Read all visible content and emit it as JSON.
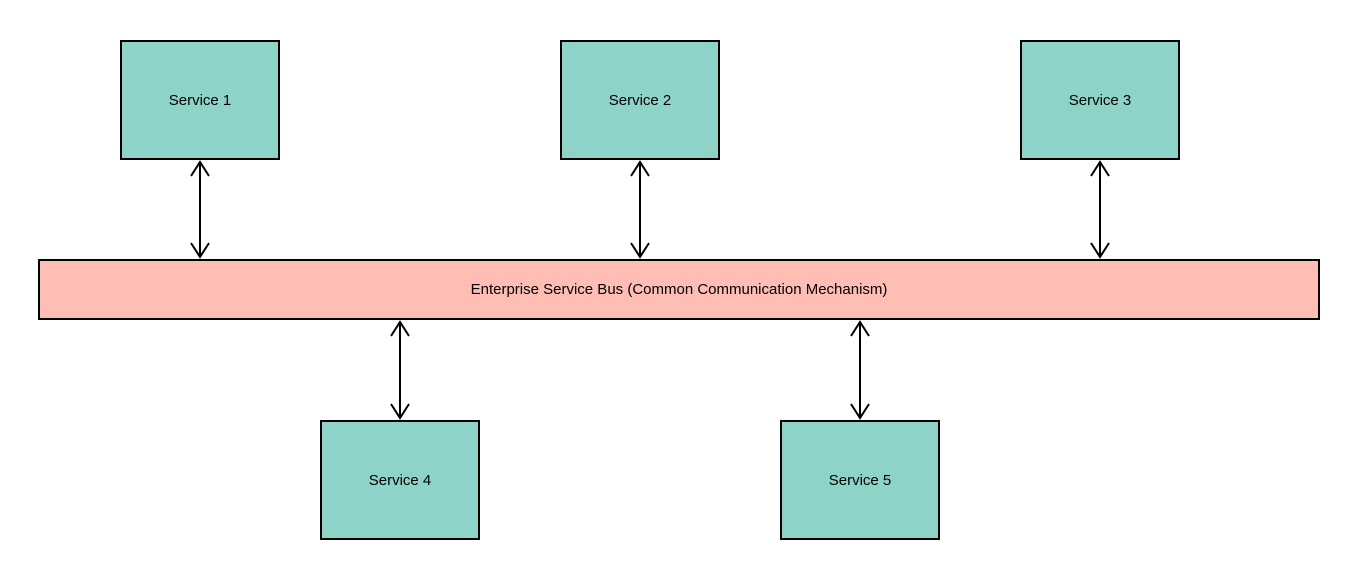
{
  "diagram": {
    "type": "esb-architecture",
    "bus": {
      "label": "Enterprise Service Bus (Common Communication Mechanism)",
      "fill_color": "#FFBDB3",
      "border_color": "#000000"
    },
    "services": [
      {
        "label": "Service 1",
        "position": "top"
      },
      {
        "label": "Service 2",
        "position": "top"
      },
      {
        "label": "Service 3",
        "position": "top"
      },
      {
        "label": "Service 4",
        "position": "bottom"
      },
      {
        "label": "Service 5",
        "position": "bottom"
      }
    ],
    "service_fill_color": "#8DD3C7",
    "service_border_color": "#000000",
    "connector_style": "double-headed-open-arrow",
    "connector_color": "#000000"
  }
}
